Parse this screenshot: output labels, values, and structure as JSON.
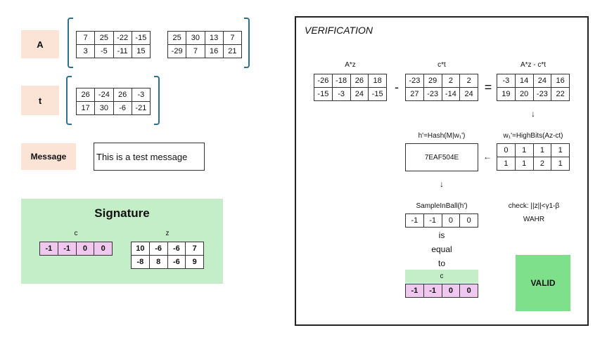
{
  "labels": {
    "a": "A",
    "t": "t",
    "message": "Message"
  },
  "message_text": "This is a test message",
  "matrix_A1": [
    [
      "7",
      "25",
      "-22",
      "-15"
    ],
    [
      "3",
      "-5",
      "-11",
      "15"
    ]
  ],
  "matrix_A2": [
    [
      "25",
      "30",
      "13",
      "7"
    ],
    [
      "-29",
      "7",
      "16",
      "21"
    ]
  ],
  "matrix_t": [
    [
      "26",
      "-24",
      "26",
      "-3"
    ],
    [
      "17",
      "30",
      "-6",
      "-21"
    ]
  ],
  "signature": {
    "title": "Signature",
    "c_label": "c",
    "z_label": "z",
    "c": [
      [
        "-1",
        "-1",
        "0",
        "0"
      ]
    ],
    "z": [
      [
        "10",
        "-6",
        "-6",
        "7"
      ],
      [
        "-8",
        "8",
        "-6",
        "9"
      ]
    ]
  },
  "verification": {
    "title": "VERIFICATION",
    "az_label": "A*z",
    "ct_label": "c*t",
    "diff_label": "A*z - c*t",
    "minus": "-",
    "equals": "=",
    "az": [
      [
        "-26",
        "-18",
        "26",
        "18"
      ],
      [
        "-15",
        "-3",
        "24",
        "-15"
      ]
    ],
    "ct": [
      [
        "-23",
        "29",
        "2",
        "2"
      ],
      [
        "27",
        "-23",
        "-14",
        "24"
      ]
    ],
    "diff": [
      [
        "-3",
        "14",
        "24",
        "16"
      ],
      [
        "19",
        "20",
        "-23",
        "22"
      ]
    ],
    "arrow_down": "↓",
    "arrow_left": "←",
    "highbits_label": "w₁'=HighBits(Az-ct)",
    "highbits": [
      [
        "0",
        "1",
        "1",
        "1"
      ],
      [
        "1",
        "1",
        "2",
        "1"
      ]
    ],
    "hash_label": "h'=Hash(M|w₁')",
    "hash_value": "7EAF504E",
    "sample_label": "SampleInBall(h')",
    "sample": [
      [
        "-1",
        "-1",
        "0",
        "0"
      ]
    ],
    "check_label": "check: ||z||<γ1-β",
    "check_result": "WAHR",
    "is": "is",
    "equal": "equal",
    "to": "to",
    "c_label": "c",
    "c": [
      [
        "-1",
        "-1",
        "0",
        "0"
      ]
    ],
    "valid": "VALID"
  }
}
